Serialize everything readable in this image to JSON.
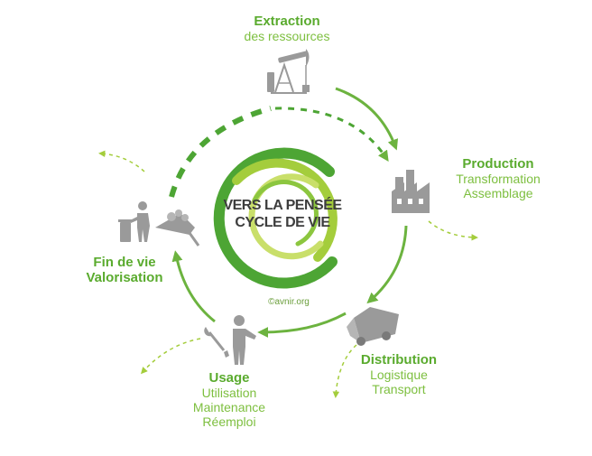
{
  "center": {
    "line1": "VERS LA PENSÉE",
    "line2": "CYCLE DE VIE",
    "credit": "©avnir.org"
  },
  "stages": {
    "extraction": {
      "title": "Extraction",
      "lines": [
        "des ressources"
      ],
      "icon": "oil-pump-icon"
    },
    "production": {
      "title": "Production",
      "lines": [
        "Transformation",
        "Assemblage"
      ],
      "icon": "factory-icon"
    },
    "distribution": {
      "title": "Distribution",
      "lines": [
        "Logistique",
        "Transport"
      ],
      "icon": "truck-icon"
    },
    "usage": {
      "title": "Usage",
      "lines": [
        "Utilisation",
        "Maintenance",
        "Réemploi"
      ],
      "icon": "person-wrench-icon"
    },
    "fin_de_vie": {
      "title": "Fin de vie",
      "lines": [
        "Valorisation"
      ],
      "icon": "person-trash-icon"
    }
  },
  "colors": {
    "cycle_green": "#6cb33f",
    "light_green": "#a4cd3c",
    "dark_green": "#3f9b2c",
    "icon_gray": "#9a9a9a",
    "title_green": "#5aab2e"
  }
}
